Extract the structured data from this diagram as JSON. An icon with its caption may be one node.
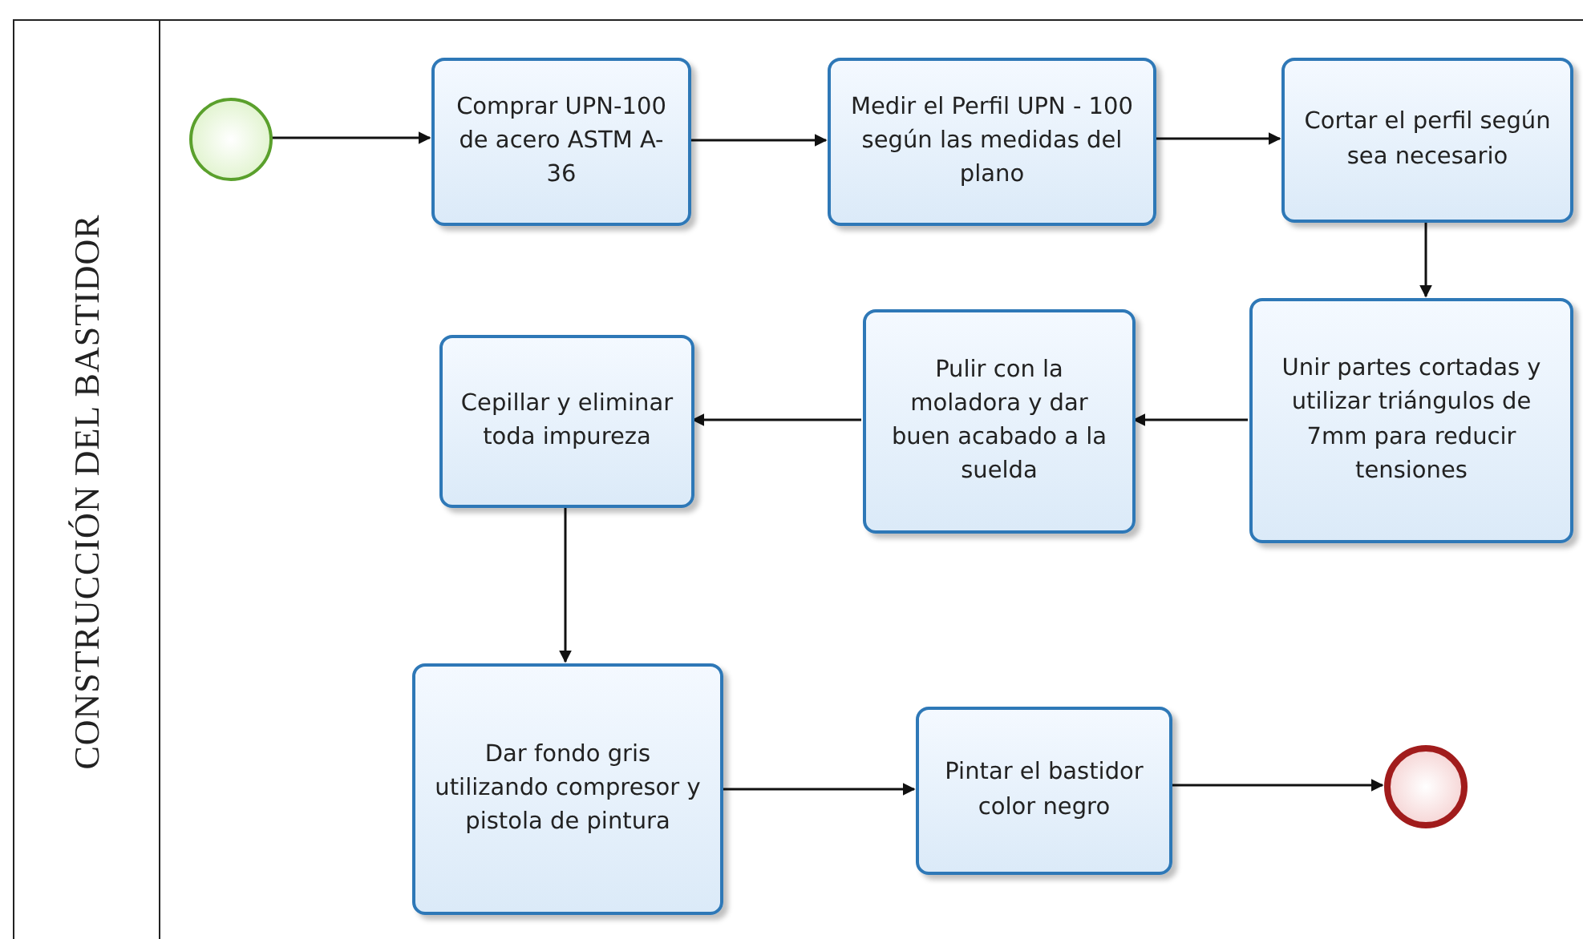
{
  "diagram": {
    "nodes": [
      {
        "text": [
          "CONSTRUCCIÓN DEL BASTIDOR"
        ]
      },
      {
        "text": [],
        "shape": "circle",
        "in": 0
      },
      {
        "text": [
          "Comprar UPN-100 de acero ASTM A-36"
        ],
        "in": 0
      },
      {
        "text": [
          "Medir el Perfil UPN - 100 según las medidas del plano"
        ],
        "in": 0
      },
      {
        "text": [
          "Cortar el perfil según sea necesario"
        ],
        "in": 0
      },
      {
        "text": [
          "Unir partes cortadas y utilizar triángulos de 7mm para reducir tensiones"
        ],
        "in": 0
      },
      {
        "text": [
          "Pulir con la moladora y dar buen acabado a la suelda"
        ],
        "in": 0
      },
      {
        "text": [
          "Cepillar y eliminar toda impureza"
        ],
        "in": 0
      },
      {
        "text": [
          "Dar fondo gris utilizando compresor y pistola de pintura"
        ],
        "in": 0
      },
      {
        "text": [
          "Pintar el bastidor color negro"
        ],
        "in": 0
      },
      {
        "text": [],
        "shape": "circle",
        "in": 0
      }
    ],
    "edges": [
      {
        "from": 1,
        "to": 2,
        "arrow": "to"
      },
      {
        "from": 2,
        "to": 3,
        "arrow": "to"
      },
      {
        "from": 3,
        "to": 4,
        "arrow": "to"
      },
      {
        "from": 4,
        "to": 5,
        "arrow": "to"
      },
      {
        "from": 5,
        "to": 6,
        "arrow": "to"
      },
      {
        "from": 6,
        "to": 7,
        "arrow": "to"
      },
      {
        "from": 7,
        "to": 8,
        "arrow": "to"
      },
      {
        "from": 8,
        "to": 9,
        "arrow": "to"
      },
      {
        "from": 9,
        "to": 10,
        "arrow": "to"
      }
    ]
  }
}
